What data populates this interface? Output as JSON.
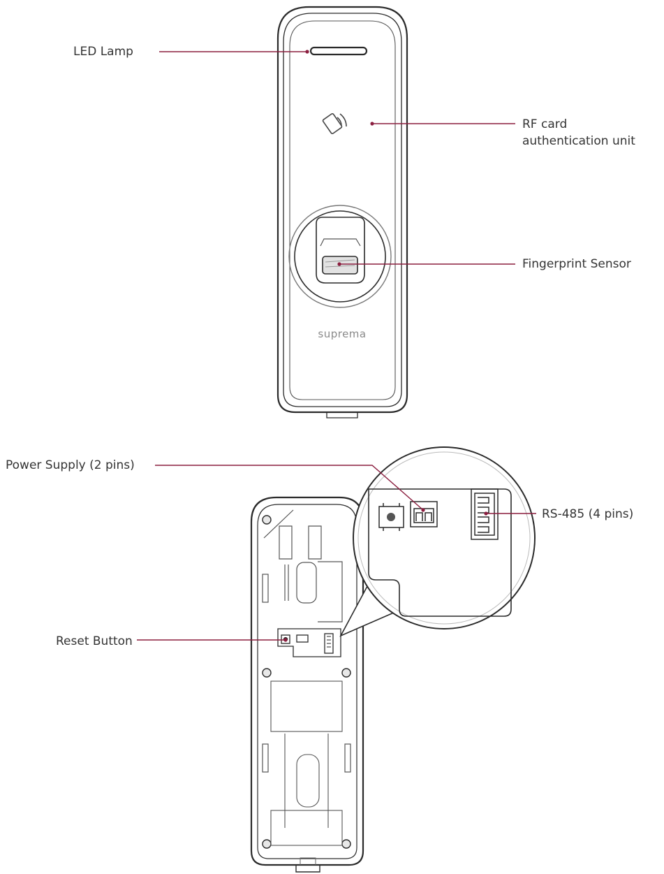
{
  "labels": {
    "led_lamp": "LED Lamp",
    "rf_card_line1": "RF card",
    "rf_card_line2": "authentication unit",
    "fingerprint_sensor": "Fingerprint Sensor",
    "power_supply": "Power Supply (2 pins)",
    "rs485": "RS-485 (4 pins)",
    "reset_button": "Reset Button"
  },
  "device": {
    "brand": "suprema"
  },
  "colors": {
    "leader": "#8b1e3f",
    "outline": "#2a2a2a",
    "detail": "#666666"
  }
}
